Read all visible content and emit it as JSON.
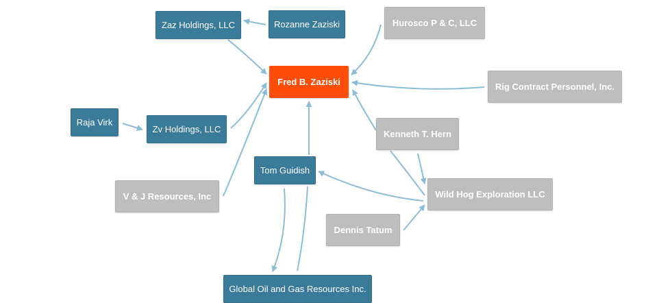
{
  "colors": {
    "focus": "#ff4d0a",
    "entity_linked": "#3a7b9a",
    "entity_other": "#bebebe",
    "edge": "#8bbcd8"
  },
  "nodes": {
    "zaz": "Zaz Holdings, LLC",
    "rozanne": "Rozanne Zaziski",
    "hurosco": "Hurosco P & C, LLC",
    "fred": "Fred B. Zaziski",
    "rig": "Rig Contract Personnel, Inc.",
    "raja": "Raja Virk",
    "zv": "Zv Holdings, LLC",
    "kenneth": "Kenneth T. Hern",
    "tom": "Tom Guidish",
    "vj": "V & J Resources, Inc",
    "wildhog": "Wild Hog Exploration LLC",
    "dennis": "Dennis Tatum",
    "global": "Global Oil and Gas Resources Inc."
  }
}
